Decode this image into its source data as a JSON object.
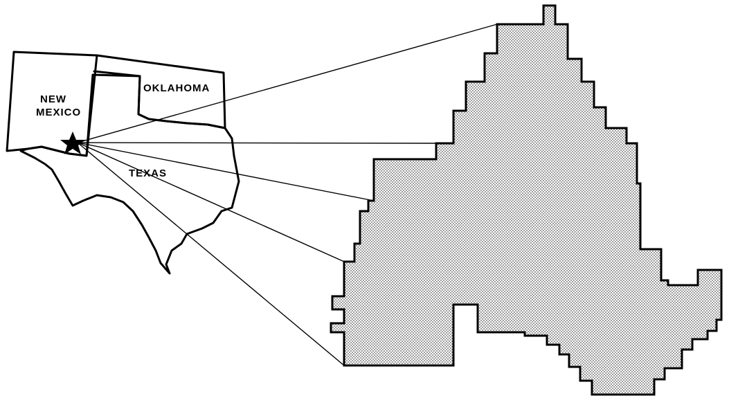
{
  "map": {
    "labels": {
      "new_mexico_line1": "NEW",
      "new_mexico_line2": "MEXICO",
      "oklahoma": "OKLAHOMA",
      "texas": "TEXAS"
    },
    "marker_icon": "star-icon",
    "colors": {
      "ink": "#000000",
      "stipple": "#bdbdbd",
      "background": "#ffffff"
    }
  }
}
